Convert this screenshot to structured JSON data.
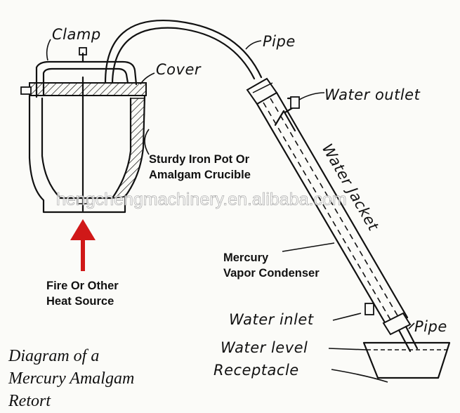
{
  "labels": {
    "clamp": "Clamp",
    "cover": "Cover",
    "pipe_top": "Pipe",
    "water_outlet": "Water outlet",
    "water_jacket": "Water Jacket",
    "pot_line1": "Sturdy Iron Pot Or",
    "pot_line2": "Amalgam Crucible",
    "condenser_line1": "Mercury",
    "condenser_line2": "Vapor Condenser",
    "fire_line1": "Fire Or Other",
    "fire_line2": "Heat Source",
    "water_inlet": "Water inlet",
    "pipe_bottom": "Pipe",
    "water_level": "Water level",
    "receptacle": "Receptacle"
  },
  "caption": {
    "line1": "Diagram of a",
    "line2": "Mercury Amalgam",
    "line3": "Retort"
  },
  "watermark": "hengchengmachinery.en.alibaba.com",
  "colors": {
    "ink": "#111111",
    "arrow": "#d01818",
    "paper": "#fbfbf8"
  }
}
